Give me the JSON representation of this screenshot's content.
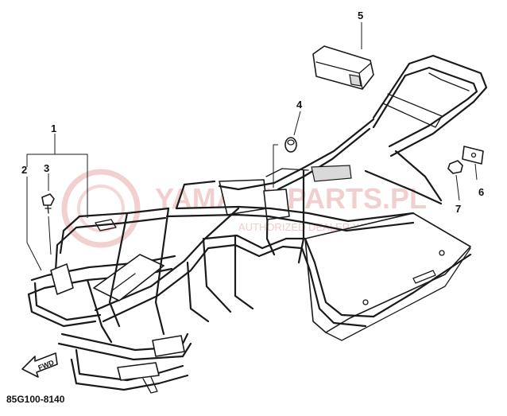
{
  "diagram": {
    "part_code": "85G100-8140",
    "forward_label": "FWD",
    "callouts": [
      {
        "id": "1",
        "label": "1"
      },
      {
        "id": "2",
        "label": "2"
      },
      {
        "id": "3",
        "label": "3"
      },
      {
        "id": "4",
        "label": "4"
      },
      {
        "id": "5",
        "label": "5"
      },
      {
        "id": "6",
        "label": "6"
      },
      {
        "id": "7",
        "label": "7"
      }
    ]
  },
  "watermark": {
    "main": "YAMAHA-PARTS.PL",
    "sub": "AUTHORIZED DEALER YAMAHA"
  },
  "colors": {
    "line": "#1a1a1a",
    "watermark": "#e7a9a9"
  }
}
